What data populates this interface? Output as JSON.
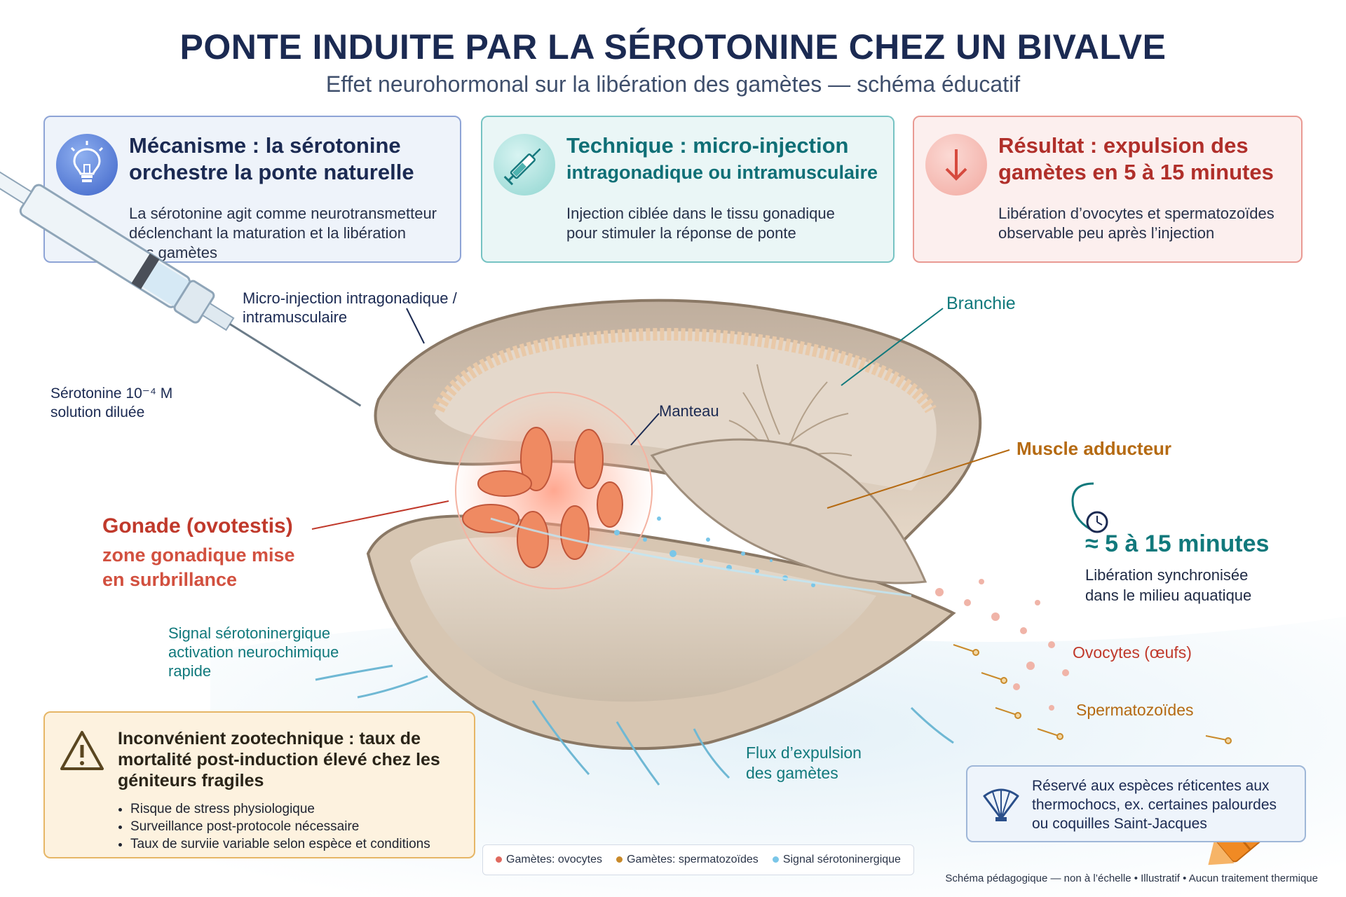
{
  "header": {
    "title": "PONTE INDUITE PAR LA SÉROTONINE CHEZ UN BIVALVE",
    "subtitle": "Effet neurohormonal sur la libération des gamètes — schéma éducatif"
  },
  "cards": {
    "mechanism": {
      "icon": "lightbulb-icon",
      "title_l1": "Mécanisme : la sérotonine",
      "title_l2": "orchestre la ponte naturelle",
      "body_l1": "La sérotonine agit comme neurotransmetteur",
      "body_l2": "déclenchant la maturation et la libération",
      "body_l3": "des gamètes"
    },
    "technique": {
      "icon": "syringe-icon",
      "title_l1": "Technique : micro-injection",
      "title_l2": "intragonadique ou intramusculaire",
      "body_l1": "Injection ciblée dans le tissu gonadique",
      "body_l2": "pour stimuler la réponse de ponte"
    },
    "result": {
      "icon": "arrow-down-icon",
      "title_l1": "Résultat : expulsion des",
      "title_l2": "gamètes en 5 à 15 minutes",
      "body_l1": "Libération d’ovocytes et spermatozoïdes",
      "body_l2": "observable peu après l’injection"
    },
    "warning": {
      "icon": "warning-icon",
      "title_l1": "Inconvénient zootechnique : taux de",
      "title_l2": "mortalité post-induction élevé chez les",
      "title_l3": "géniteurs fragiles",
      "bullets": [
        "Risque de stress physiologique",
        "Surveillance post-protocole nécessaire",
        "Taux de surviie variable selon espèce et conditions"
      ]
    },
    "note": {
      "icon": "scallop-shell-icon",
      "line1": "Réservé aux espèces réticentes aux",
      "line2": "thermochocs, ex. certaines palourdes",
      "line3": "ou coquilles Saint-Jacques"
    }
  },
  "labels": {
    "injection_l1": "Micro-injection intragonadique /",
    "injection_l2": "intramusculaire",
    "serotonin_l1": "Sérotonine 10⁻⁴ M",
    "serotonin_l2": "solution diluée",
    "manteau": "Manteau",
    "branchie": "Branchie",
    "muscle": "Muscle adducteur",
    "gonade_title": "Gonade (ovotestis)",
    "gonade_sub_l1": "zone gonadique mise",
    "gonade_sub_l2": "en surbrillance",
    "signal_l1": "Signal sérotoninergique",
    "signal_l2": "activation neurochimique",
    "signal_l3": "rapide",
    "time_big": "≈ 5 à 15 minutes",
    "time_l1": "Libération synchronisée",
    "time_l2": "dans le milieu aquatique",
    "ovocytes": "Ovocytes (œufs)",
    "spermatozoides": "Spermatozoïdes",
    "flux_l1": "Flux d’expulsion",
    "flux_l2": "des gamètes",
    "clock_icon": "clock-icon"
  },
  "legend": {
    "items": [
      {
        "label": "Gamètes: ovocytes",
        "color": "#e06a5f"
      },
      {
        "label": "Gamètes: spermatozoïdes",
        "color": "#c98a2a"
      },
      {
        "label": "Signal sérotoninergique",
        "color": "#7ac6e8"
      }
    ]
  },
  "footer": "Schéma pédagogique — non à l’échelle • Illustratif • Aucun traitement thermique",
  "colors": {
    "navy": "#1b2a52",
    "teal": "#11797c",
    "red": "#c0392b",
    "orange": "#b56a12"
  }
}
